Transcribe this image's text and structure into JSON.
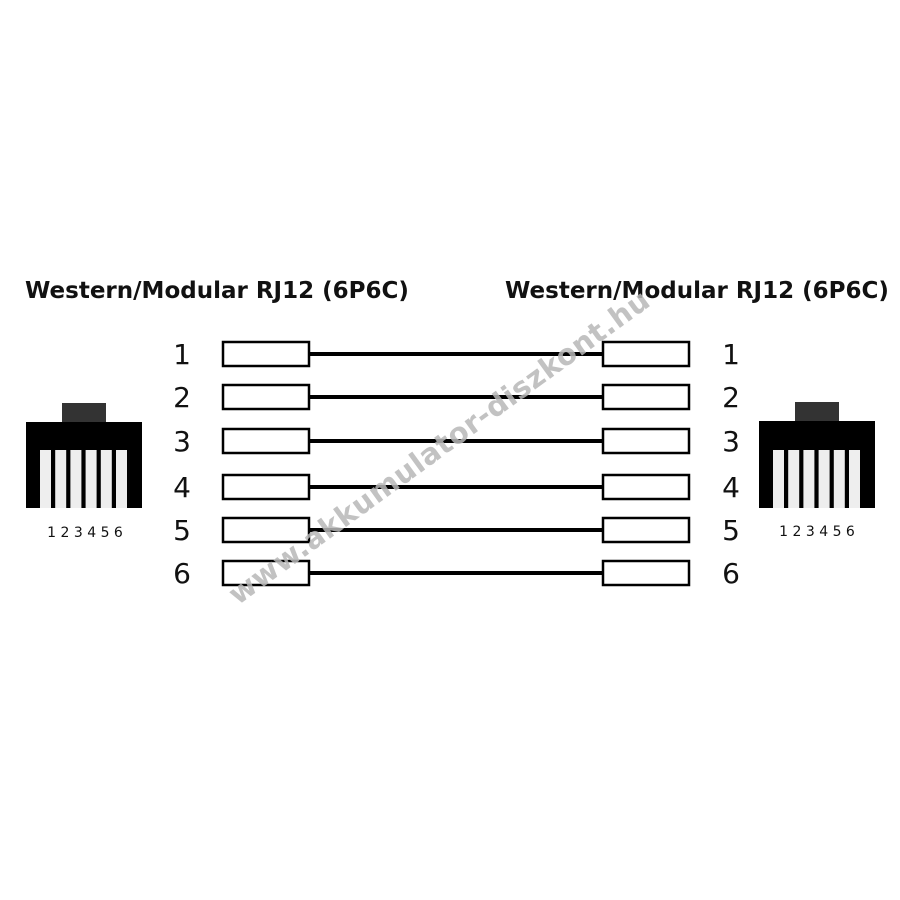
{
  "diagram": {
    "left_title": "Western/Modular RJ12 (6P6C)",
    "right_title": "Western/Modular RJ12 (6P6C)",
    "pins": [
      "1",
      "2",
      "3",
      "4",
      "5",
      "6"
    ],
    "left_connector_pin_labels": "1 2 3 4 5 6",
    "right_connector_pin_labels": "1 2 3 4 5 6",
    "wiring": "straight",
    "watermark": "www.akkumulator-diszkont.hu"
  },
  "colors": {
    "line": "#000000",
    "tab": "#333333",
    "pin": "#eeeeee"
  }
}
